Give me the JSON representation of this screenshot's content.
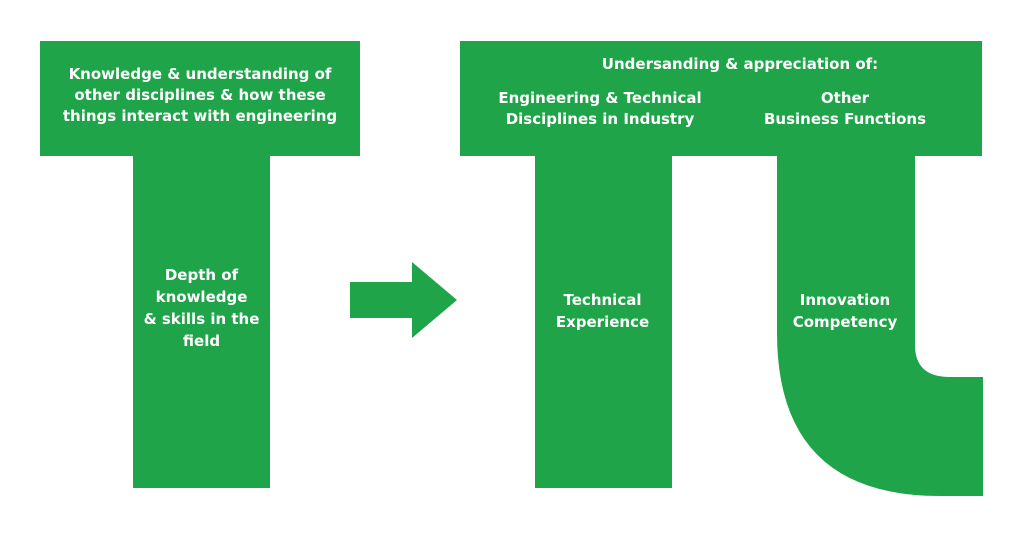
{
  "colors": {
    "shape_fill": "#20a44a",
    "text": "#ffffff",
    "background": "#ffffff"
  },
  "t_shape": {
    "top_text": "Knowledge & understanding of\nother disciplines & how these\nthings interact with engineering",
    "stem_text": "Depth of\nknowledge\n& skills in the\nfield"
  },
  "arrow": {
    "icon": "arrow-right-icon"
  },
  "pi_shape": {
    "header_text": "Undersanding & appreciation of:",
    "left_column_text": "Engineering & Technical\nDisciplines in Industry",
    "right_column_text": "Other\nBusiness Functions",
    "left_leg_text": "Technical\nExperience",
    "right_leg_text": "Innovation\nCompetency"
  }
}
